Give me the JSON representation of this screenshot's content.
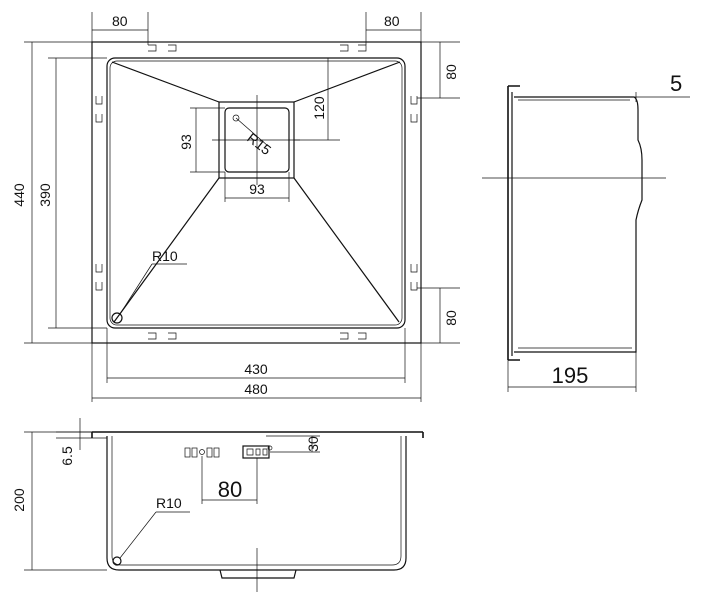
{
  "top_view": {
    "label_80_top_left": "80",
    "label_80_top_right": "80",
    "label_80_right_top": "80",
    "label_80_right_bottom": "80",
    "label_440": "440",
    "label_390": "390",
    "label_120": "120",
    "label_93_vertical": "93",
    "label_93_horizontal": "93",
    "label_r15": "R15",
    "label_r10": "R10",
    "label_430": "430",
    "label_480": "480"
  },
  "side_view": {
    "label_5": "5",
    "label_195": "195"
  },
  "front_view": {
    "label_6_5": "6.5",
    "label_200": "200",
    "label_30": "30",
    "label_80": "80",
    "label_r10": "R10"
  }
}
